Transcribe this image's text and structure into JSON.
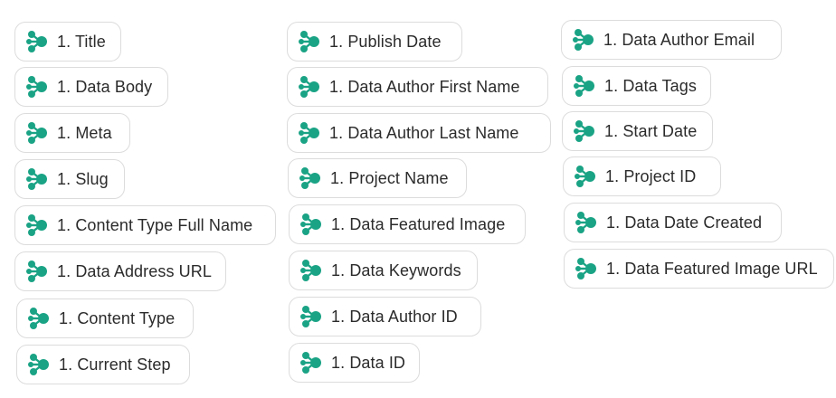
{
  "colors": {
    "icon": "#1aa385",
    "border": "#dcdcdc",
    "text": "#2b2b2b"
  },
  "icon_name": "share-node-icon",
  "columns": [
    {
      "items": [
        {
          "label": "1. Title"
        },
        {
          "label": "1. Data Body"
        },
        {
          "label": "1. Meta"
        },
        {
          "label": "1. Slug"
        },
        {
          "label": "1. Content Type Full Name"
        },
        {
          "label": "1. Data Address URL"
        },
        {
          "label": "1. Content Type"
        },
        {
          "label": "1. Current Step"
        }
      ]
    },
    {
      "items": [
        {
          "label": "1. Publish Date"
        },
        {
          "label": "1. Data Author First Name"
        },
        {
          "label": "1. Data Author Last Name"
        },
        {
          "label": "1. Project Name"
        },
        {
          "label": "1. Data Featured Image"
        },
        {
          "label": "1. Data Keywords"
        },
        {
          "label": "1. Data Author ID"
        },
        {
          "label": "1. Data ID"
        }
      ]
    },
    {
      "items": [
        {
          "label": "1. Data Author Email"
        },
        {
          "label": "1. Data Tags"
        },
        {
          "label": "1. Start Date"
        },
        {
          "label": "1. Project ID"
        },
        {
          "label": "1. Data Date Created"
        },
        {
          "label": "1. Data Featured Image URL"
        }
      ]
    }
  ]
}
